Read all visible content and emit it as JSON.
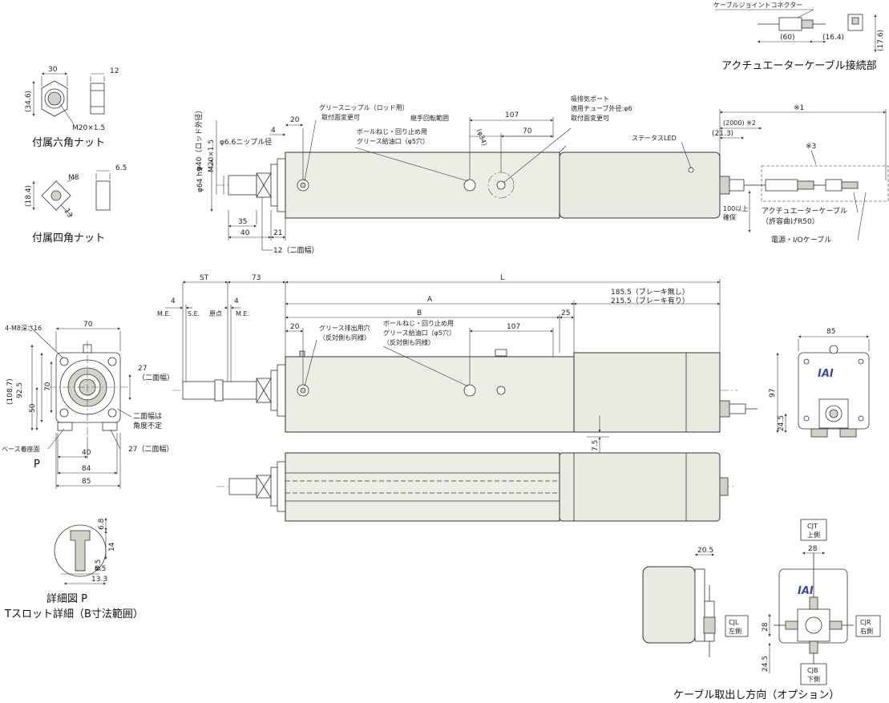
{
  "titles": {
    "hex_nut": "付属六角ナット",
    "square_nut": "付属四角ナット",
    "cable_conn": "アクチュエーターケーブル接続部",
    "detail_p": "詳細図 P",
    "tslot": "Tスロット詳細（B寸法範囲）",
    "cable_option": "ケーブル取出し方向（オプション）"
  },
  "hex": {
    "w": "30",
    "t": "12",
    "h": "(34.6)",
    "thread": "M20×1.5"
  },
  "sq": {
    "thread": "M8",
    "t": "6.5",
    "h": "(18.4)",
    "w": "13"
  },
  "conn": {
    "label": "ケーブルジョイントコネクター",
    "l1": "(60)",
    "l2": "(16.4)",
    "h": "(17.6)"
  },
  "top": {
    "rod_od": "φ40（ロッド外径）",
    "thread": "M20×1.5",
    "d64": "φ64 h9",
    "nipple": "φ6.6ニップル径",
    "d4": "4",
    "d20": "20",
    "grease_rod_1": "グリースニップル（ロッド用）",
    "grease_rod_2": "取付面変更可",
    "ball_1": "ボールねじ・回り止め用",
    "ball_2": "グリース給油口（φ5穴）",
    "joint": "継手回転範囲",
    "phi34": "(φ34)",
    "port_1": "吸排気ポート",
    "port_2": "適用チューブ外径:φ6",
    "port_3": "取付面変更可",
    "d107": "107",
    "d70": "70",
    "led": "ステータスLED",
    "d35": "35",
    "d40": "40",
    "d21": "21",
    "d12": "12（二面幅）",
    "n1": "※1",
    "n2000": "(2000) ※2",
    "n213": "(21.3)",
    "n3": "※3",
    "bend_1": "100以上",
    "bend_2": "確保",
    "cable_1": "アクチュエーターケーブル",
    "cable_2": "（許容曲げR50）",
    "power": "電源・I/Oケーブル"
  },
  "front": {
    "st": "ST",
    "d73": "73",
    "L": "L",
    "A": "A",
    "B": "B",
    "d185": "185.5（ブレーキ無し）",
    "d215": "215.5（ブレーキ有り）",
    "d4a": "4",
    "d4b": "4",
    "me1": "M.E.",
    "se": "S.E.",
    "origin": "原点",
    "me2": "M.E.",
    "d20": "20",
    "d107": "107",
    "d25": "25",
    "drain_1": "グリース排出用穴",
    "drain_2": "（反対側も同様）",
    "ball_1": "ボールねじ・回り止め用",
    "ball_2": "グリース給油口（φ5穴）",
    "ball_3": "（反対側も同様）",
    "d75": "7.5"
  },
  "end": {
    "holes": "4-M8深さ16",
    "d70": "70",
    "d27": "27",
    "d27s": "（二面幅）",
    "h1087": "(108.7)",
    "h925": "92.5",
    "h70": "70",
    "h50": "50",
    "flat_1": "二面幅は",
    "flat_2": "角度不定",
    "base": "ベース着座面",
    "p": "P",
    "d40": "40",
    "d84": "84",
    "d85": "85",
    "d27b": "27（二面幅）"
  },
  "rear": {
    "d85": "85",
    "d97": "97",
    "d245": "24.5",
    "logo": "IAI"
  },
  "tslot": {
    "d68": "6.8",
    "d14": "14",
    "d85": "8.5",
    "d133": "13.3"
  },
  "opt": {
    "d205": "20.5",
    "d28": "28",
    "d28v": "28",
    "d245": "24.5",
    "cjt_1": "CJT",
    "cjt_2": "上側",
    "cjl_1": "CJL",
    "cjl_2": "左側",
    "cjr_1": "CJR",
    "cjr_2": "右側",
    "cjb_1": "CJB",
    "cjb_2": "下側",
    "logo": "IAI"
  }
}
